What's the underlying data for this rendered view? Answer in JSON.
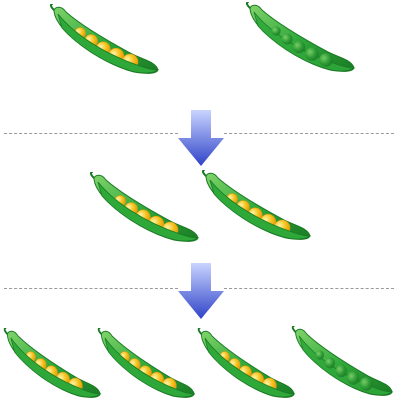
{
  "colors": {
    "pod_green": "#2fa83a",
    "pod_dark": "#1a7a24",
    "pod_light": "#7fd36a",
    "pea_yellow": "#f6c21c",
    "pea_highlight": "#fff4a8",
    "pea_green": "#2e9a36",
    "arrow_top": "#c9d4ff",
    "arrow_bottom": "#2f43c8",
    "divider": "#9a9a9a"
  },
  "generations": [
    {
      "pods": [
        {
          "peas": "yellow"
        },
        {
          "peas": "green"
        }
      ]
    },
    {
      "pods": [
        {
          "peas": "yellow"
        },
        {
          "peas": "yellow"
        }
      ]
    },
    {
      "pods": [
        {
          "peas": "yellow"
        },
        {
          "peas": "yellow"
        },
        {
          "peas": "yellow"
        },
        {
          "peas": "green"
        }
      ]
    }
  ],
  "arrows": [
    {
      "icon": "down-arrow-icon"
    },
    {
      "icon": "down-arrow-icon"
    }
  ]
}
